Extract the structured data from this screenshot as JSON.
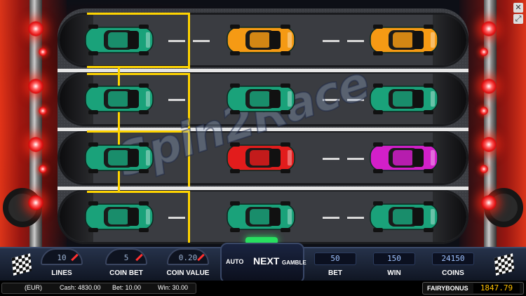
{
  "window": {
    "close_glyph": "✕",
    "fullscreen_glyph": "⤢"
  },
  "logo_text": "Spin2Race",
  "reels": [
    [
      "green",
      "orange",
      "orange"
    ],
    [
      "green",
      "green",
      "green"
    ],
    [
      "green",
      "red",
      "pink"
    ],
    [
      "green",
      "green",
      "green"
    ]
  ],
  "colors": {
    "green": "#1aa27a",
    "orange": "#f59a14",
    "red": "#e21c1c",
    "pink": "#d21fc9",
    "accent_yellow": "#ffd400"
  },
  "controls": {
    "lines": {
      "label": "LINES",
      "value": "10"
    },
    "coin_bet": {
      "label": "COIN BET",
      "value": "5"
    },
    "coin_value": {
      "label": "COIN VALUE",
      "value": "0.20"
    },
    "auto_label": "AUTO",
    "next_label": "NEXT",
    "gamble_label": "GAMBLE",
    "bet": {
      "label": "BET",
      "value": "50"
    },
    "win": {
      "label": "WIN",
      "value": "150"
    },
    "coins": {
      "label": "COINS",
      "value": "24150"
    }
  },
  "status": {
    "currency": "(EUR)",
    "cash": "Cash: 4830.00",
    "bet": "Bet: 10.00",
    "win": "Win: 30.00",
    "fairy_label": "FAIRYBONUS",
    "fairy_value": "1847.79"
  }
}
